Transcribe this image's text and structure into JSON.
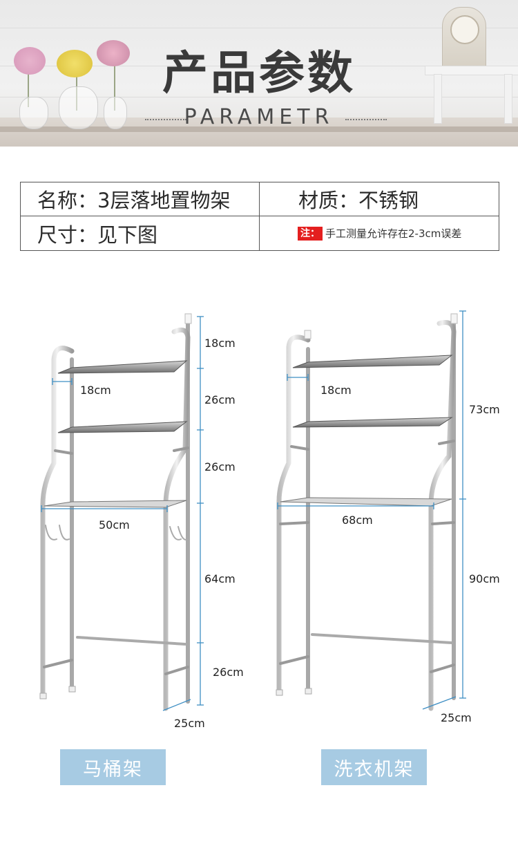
{
  "header": {
    "title_cn": "产品参数",
    "title_en": "PARAMETR"
  },
  "params": {
    "name": "名称：3层落地置物架",
    "material": "材质：不锈钢",
    "size": "尺寸：见下图",
    "note_tag": "注：",
    "note_text": "手工测量允许存在2-3cm误差"
  },
  "toilet_rack": {
    "caption": "马桶架",
    "dims": {
      "top": "18cm",
      "shelf_gap_1": "26cm",
      "shelf_gap_2": "26cm",
      "lower": "64cm",
      "bottom": "26cm",
      "depth_shelf": "18cm",
      "width": "50cm",
      "depth_base": "25cm"
    }
  },
  "washer_rack": {
    "caption": "洗衣机架",
    "dims": {
      "upper": "73cm",
      "lower": "90cm",
      "depth_shelf": "18cm",
      "width": "68cm",
      "depth_base": "25cm"
    }
  },
  "colors": {
    "dimension_line": "#3f8fc4",
    "caption_bg": "#a7cbe3",
    "note_tag_bg": "#e41f1f"
  }
}
